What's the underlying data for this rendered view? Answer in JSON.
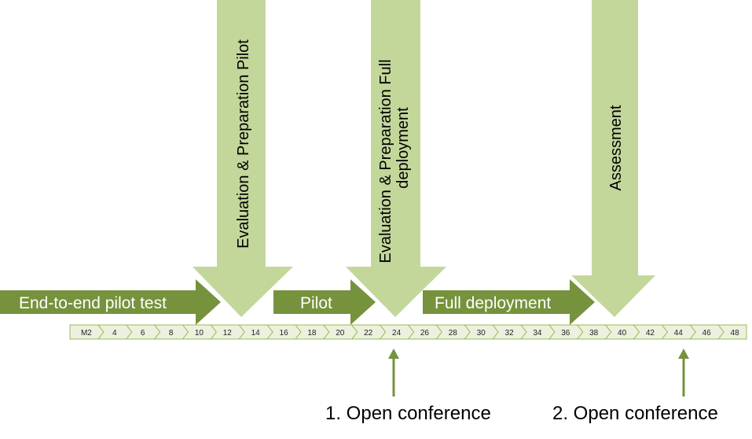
{
  "colors": {
    "horizontal_arrow": "#76923c",
    "vertical_arrow": "#c4d79b",
    "timeline_fill": "#ebf1de",
    "timeline_border": "#9bbb59",
    "marker": "#76923c"
  },
  "vertical_phases": [
    {
      "lines": [
        "Evaluation & Preparation Pilot"
      ]
    },
    {
      "lines": [
        "Evaluation & Preparation Full",
        "deployment"
      ]
    },
    {
      "lines": [
        "Assessment"
      ]
    }
  ],
  "horizontal_phases": [
    {
      "label": "End-to-end pilot test"
    },
    {
      "label": "Pilot"
    },
    {
      "label": "Full deployment"
    }
  ],
  "timeline": {
    "ticks": [
      "M2",
      "4",
      "6",
      "8",
      "10",
      "12",
      "14",
      "16",
      "18",
      "20",
      "22",
      "24",
      "26",
      "28",
      "30",
      "32",
      "34",
      "36",
      "38",
      "40",
      "42",
      "44",
      "46",
      "48"
    ]
  },
  "milestones": [
    {
      "label": "1. Open conference",
      "at_tick": "24"
    },
    {
      "label": "2. Open conference",
      "at_tick": "44"
    }
  ]
}
